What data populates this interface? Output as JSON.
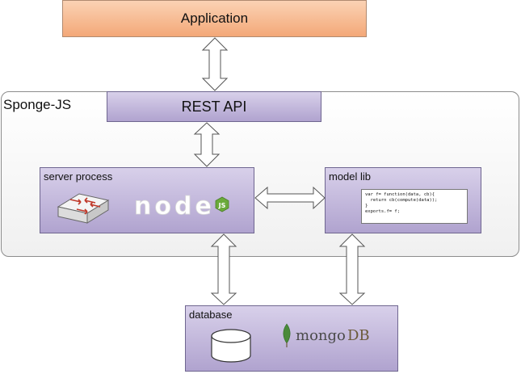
{
  "application": {
    "label": "Application"
  },
  "container": {
    "label": "Sponge-JS"
  },
  "rest_api": {
    "label": "REST API"
  },
  "server_process": {
    "label": "server process",
    "logo_text": "node",
    "logo_badge": "JS"
  },
  "model_lib": {
    "label": "model lib",
    "code_lines": [
      "var f= function(data, cb){",
      "  return cb(compute(data));",
      "}",
      "exports.f= f;"
    ]
  },
  "database": {
    "label": "database",
    "logo_text_a": "mongo",
    "logo_text_b": "DB"
  },
  "colors": {
    "application_fill": "#f3a878",
    "component_fill": "#b0a3cf",
    "arrow_fill": "#ffffff",
    "mongo_green": "#4a8a3a"
  }
}
